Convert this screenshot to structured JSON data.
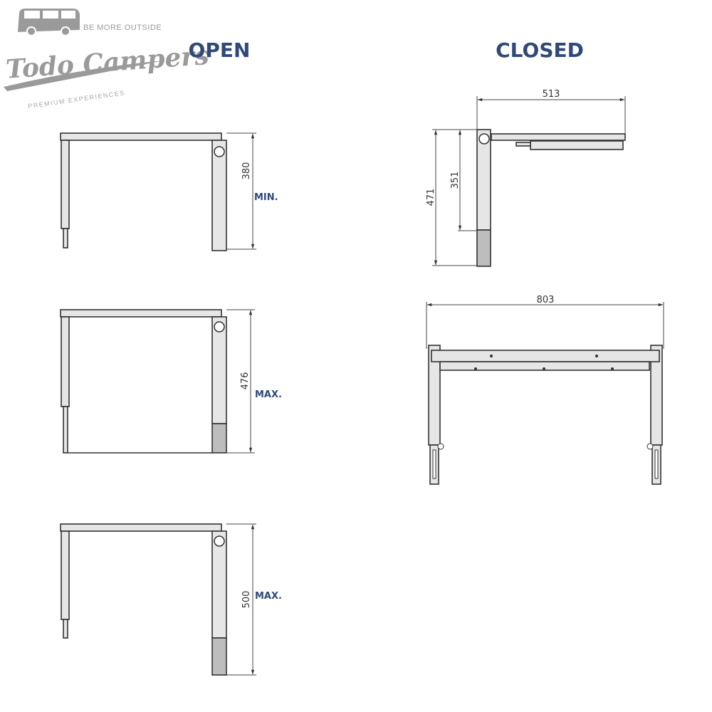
{
  "logo": {
    "tagline": "BE MORE OUTSIDE",
    "brand": "Todo Campers",
    "subline": "PREMIUM EXPERIENCES",
    "icon": "camper-van-icon"
  },
  "sections": {
    "open": {
      "title": "OPEN",
      "views": [
        {
          "dimension": "380",
          "label": "MIN."
        },
        {
          "dimension": "476",
          "label": "MAX."
        },
        {
          "dimension": "500",
          "label": "MAX."
        }
      ]
    },
    "closed": {
      "title": "CLOSED",
      "side_view": {
        "width": "513",
        "total_height": "471",
        "upper_height": "351"
      },
      "front_view": {
        "width": "803"
      }
    }
  },
  "colors": {
    "title": "#2f4a78",
    "logo": "#9a9a9a"
  }
}
